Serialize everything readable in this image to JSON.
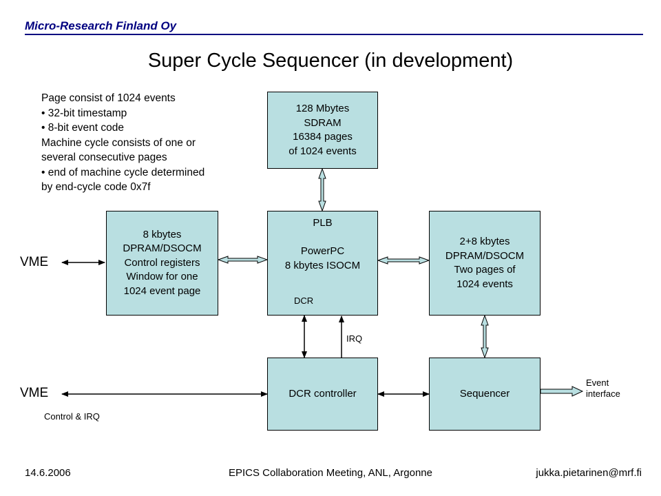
{
  "header": {
    "company": "Micro-Research Finland Oy",
    "title": "Super Cycle Sequencer (in development)"
  },
  "notes": {
    "lines": [
      "Page consist of 1024 events",
      "• 32-bit timestamp",
      "• 8-bit event code",
      "Machine cycle consists of one or",
      "several consecutive pages",
      "• end of machine cycle determined",
      "by end-cycle code 0x7f"
    ]
  },
  "blocks": {
    "sdram": {
      "lines": [
        "128 Mbytes",
        "SDRAM",
        "16384 pages",
        "of 1024 events"
      ]
    },
    "dpram_left": {
      "lines": [
        "8 kbytes",
        "DPRAM/DSOCM",
        "Control registers",
        "Window for one",
        "1024 event page"
      ]
    },
    "ppc": {
      "lines": [
        "PLB",
        "",
        "PowerPC",
        "8 kbytes ISOCM"
      ],
      "dcr_label": "DCR"
    },
    "dpram_right": {
      "lines": [
        "2+8 kbytes",
        "DPRAM/DSOCM",
        "Two pages of",
        "1024 events"
      ]
    },
    "dcr_controller": {
      "label": "DCR controller"
    },
    "sequencer": {
      "label": "Sequencer"
    }
  },
  "labels": {
    "vme_top": "VME",
    "vme_bottom": "VME",
    "control_irq": "Control & IRQ",
    "irq": "IRQ",
    "event_interface": [
      "Event",
      "interface"
    ]
  },
  "footer": {
    "date": "14.6.2006",
    "meeting": "EPICS Collaboration Meeting, ANL, Argonne",
    "email": "jukka.pietarinen@mrf.fi"
  },
  "colors": {
    "block_fill": "#b9dfe1",
    "header_blue": "#000080",
    "arrow_fill": "#b9dfe1"
  }
}
